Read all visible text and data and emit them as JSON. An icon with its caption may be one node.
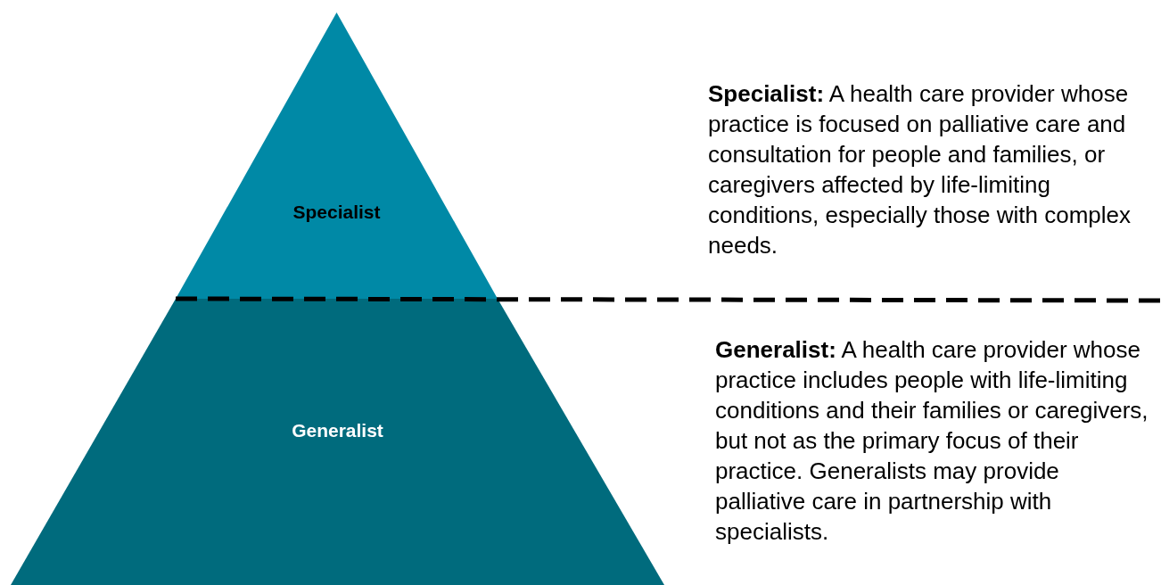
{
  "diagram": {
    "nodes": [
      {
        "text": [
          "Specialist"
        ]
      },
      {
        "text": [
          "Generalist"
        ]
      }
    ],
    "labels": [
      "**Specialist:** A health care provider whose practice is focused on palliative care and consultation for people and families, or caregivers affected by life-limiting conditions, especially those with complex needs.",
      "**Generalist:** A health care provider whose practice includes people with life-limiting conditions and their families or caregivers, but not as the primary focus of their practice. Generalists may provide palliative care in partnership with specialists."
    ]
  }
}
